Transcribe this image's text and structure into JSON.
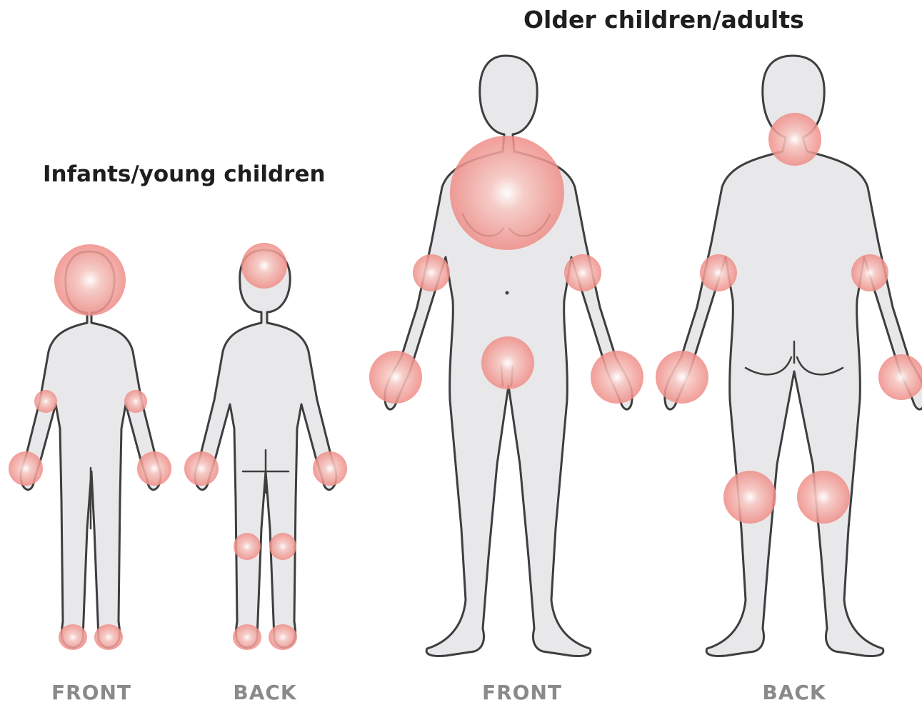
{
  "groups": {
    "infants": {
      "title": "Infants/young children"
    },
    "adults": {
      "title": "Older children/adults"
    }
  },
  "labels": {
    "infant_front": "FRONT",
    "infant_back": "BACK",
    "adult_front": "FRONT",
    "adult_back": "BACK"
  },
  "colors": {
    "highlight": "#ef8c86",
    "body_fill": "#e8e8ea",
    "outline": "#3e3e3e",
    "title": "#1e1e1e",
    "view_label": "#8a8a8a"
  }
}
